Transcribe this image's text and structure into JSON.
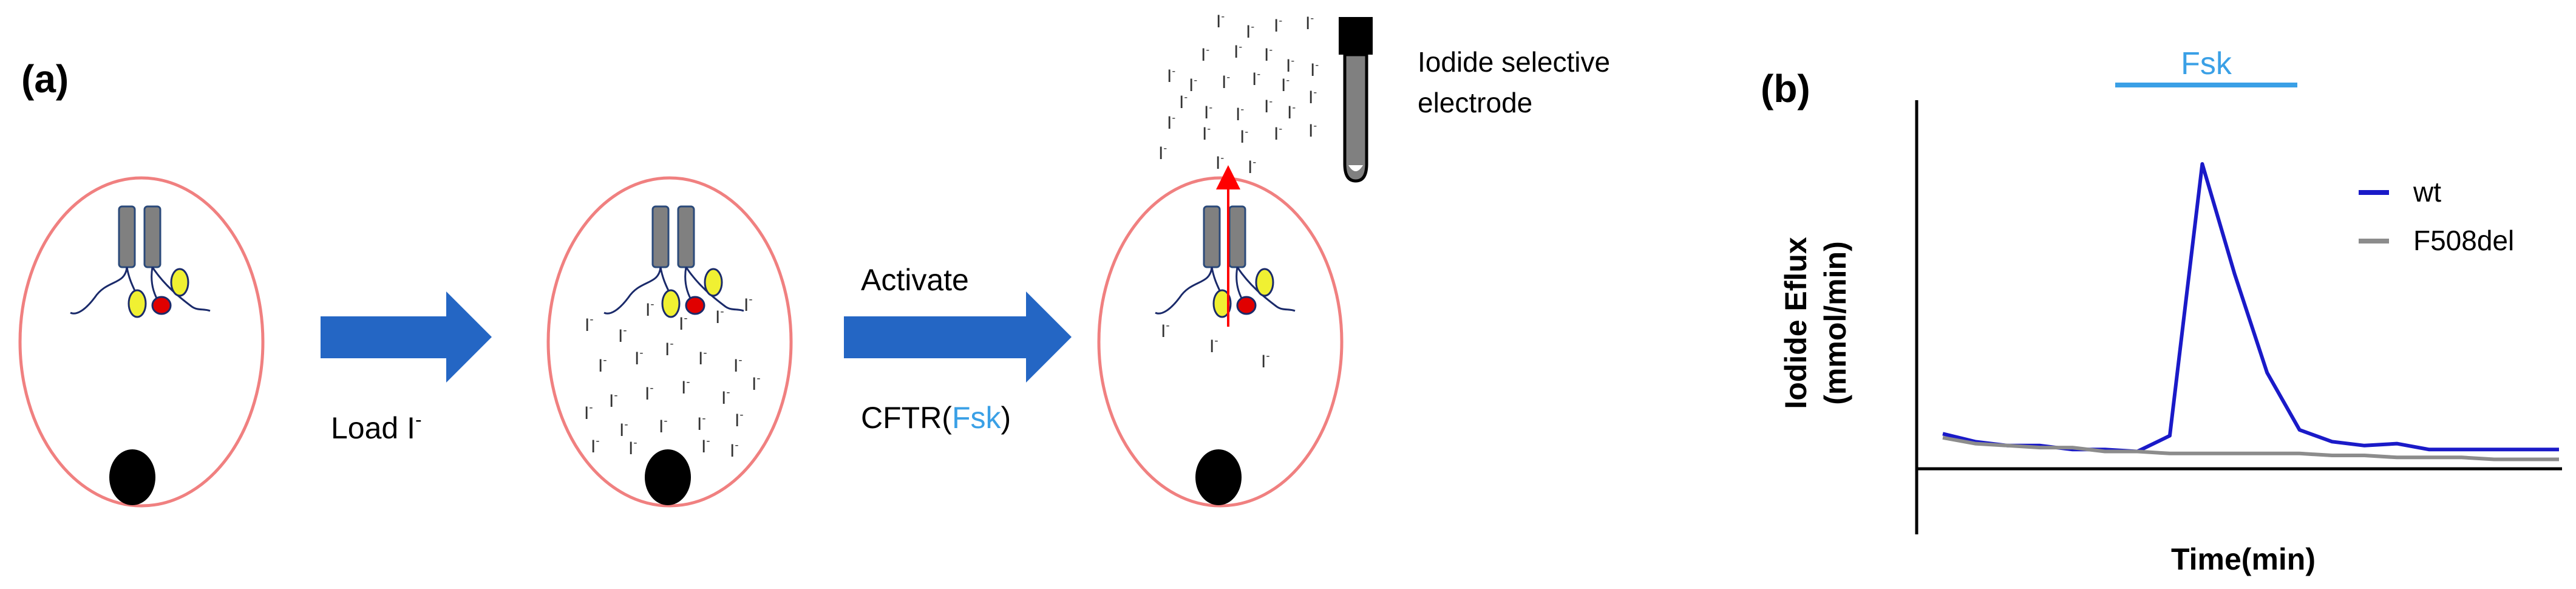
{
  "panel_a": {
    "label": "(a)",
    "step1_label": "Load I",
    "step1_sup": "-",
    "step2_line1": "Activate",
    "step2_line2_prefix": "CFTR(",
    "step2_line2_drug": "Fsk",
    "step2_line2_suffix": ")",
    "electrode_line1": "Iodide selective",
    "electrode_line2": "electrode",
    "ion_symbol": "I",
    "ion_charge": "-"
  },
  "panel_b": {
    "label": "(b)",
    "fsk_bar_label": "Fsk",
    "ylabel_line1": "Iodide Eflux",
    "ylabel_line2": "(mmol/min)",
    "xlabel": "Time(min)",
    "legend": [
      "wt",
      "F508del"
    ]
  },
  "colors": {
    "cell_outline": "#f08080",
    "arrow_blue": "#2466c4",
    "channel_gray": "#808080",
    "wt_line": "#1a1ac8",
    "f508_line": "#8c8c8c",
    "fsk_blue": "#3aa0e6",
    "efflux_arrow": "#ff0000",
    "yellow_subunit": "#f0f032",
    "red_subunit": "#e00000"
  },
  "chart_data": {
    "type": "line",
    "xlabel": "Time(min)",
    "ylabel": "Iodide Eflux (mmol/min)",
    "annotation": "Fsk",
    "x": [
      0,
      1,
      2,
      3,
      4,
      5,
      6,
      7,
      8,
      9,
      10,
      11,
      12,
      13,
      14,
      15,
      16,
      17,
      18,
      19
    ],
    "series": [
      {
        "name": "wt",
        "values": [
          15,
          11,
          9,
          9,
          7,
          7,
          6,
          14,
          152,
          96,
          46,
          17,
          11,
          9,
          10,
          7,
          7,
          7,
          7,
          7
        ]
      },
      {
        "name": "F508del",
        "values": [
          13,
          10,
          9,
          8,
          8,
          6,
          6,
          5,
          5,
          5,
          5,
          5,
          4,
          4,
          3,
          3,
          3,
          2,
          2,
          2
        ]
      }
    ]
  }
}
